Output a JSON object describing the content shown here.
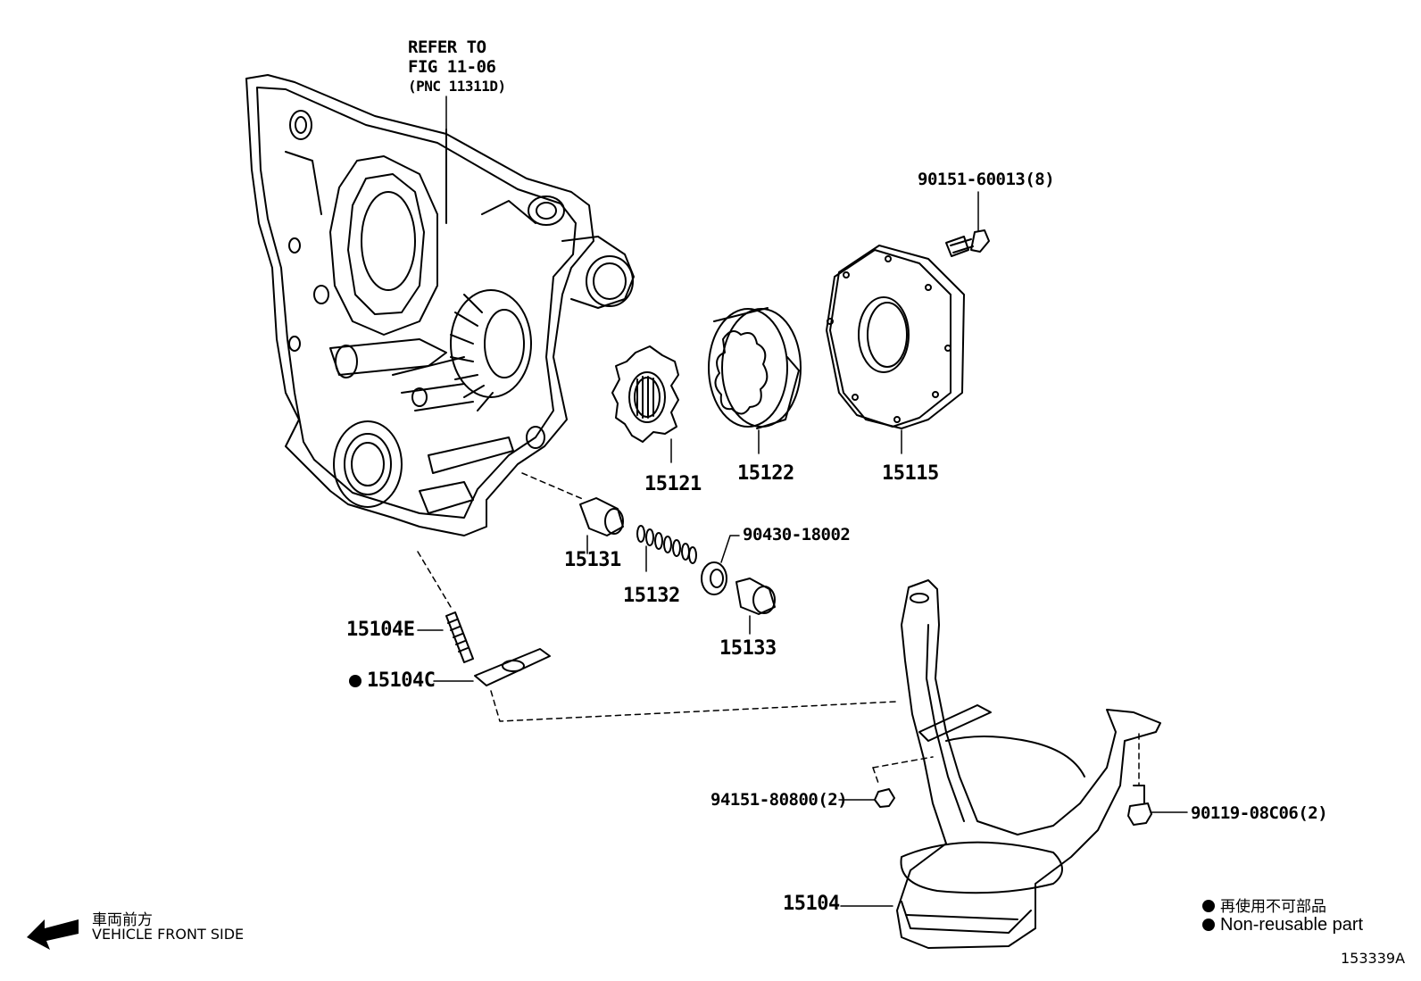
{
  "diagram": {
    "refer": {
      "line1": "REFER TO",
      "line2": "FIG 11-06",
      "line3": "(PNC 11311D)"
    },
    "parts": {
      "bolt_90151": "90151-60013(8)",
      "p15121": "15121",
      "p15122": "15122",
      "p15115": "15115",
      "p15131": "15131",
      "p15132": "15132",
      "gasket_90430": "90430-18002",
      "p15133": "15133",
      "p15104E": "15104E",
      "p15104C": "15104C",
      "nut_94151": "94151-80800(2)",
      "bolt_90119": "90119-08C06(2)",
      "p15104": "15104"
    },
    "direction": {
      "jp": "車両前方",
      "en": "VEHICLE FRONT SIDE"
    },
    "legend": {
      "jp": "再使用不可部品",
      "en": "Non-reusable part"
    },
    "figure_id": "153339A"
  }
}
